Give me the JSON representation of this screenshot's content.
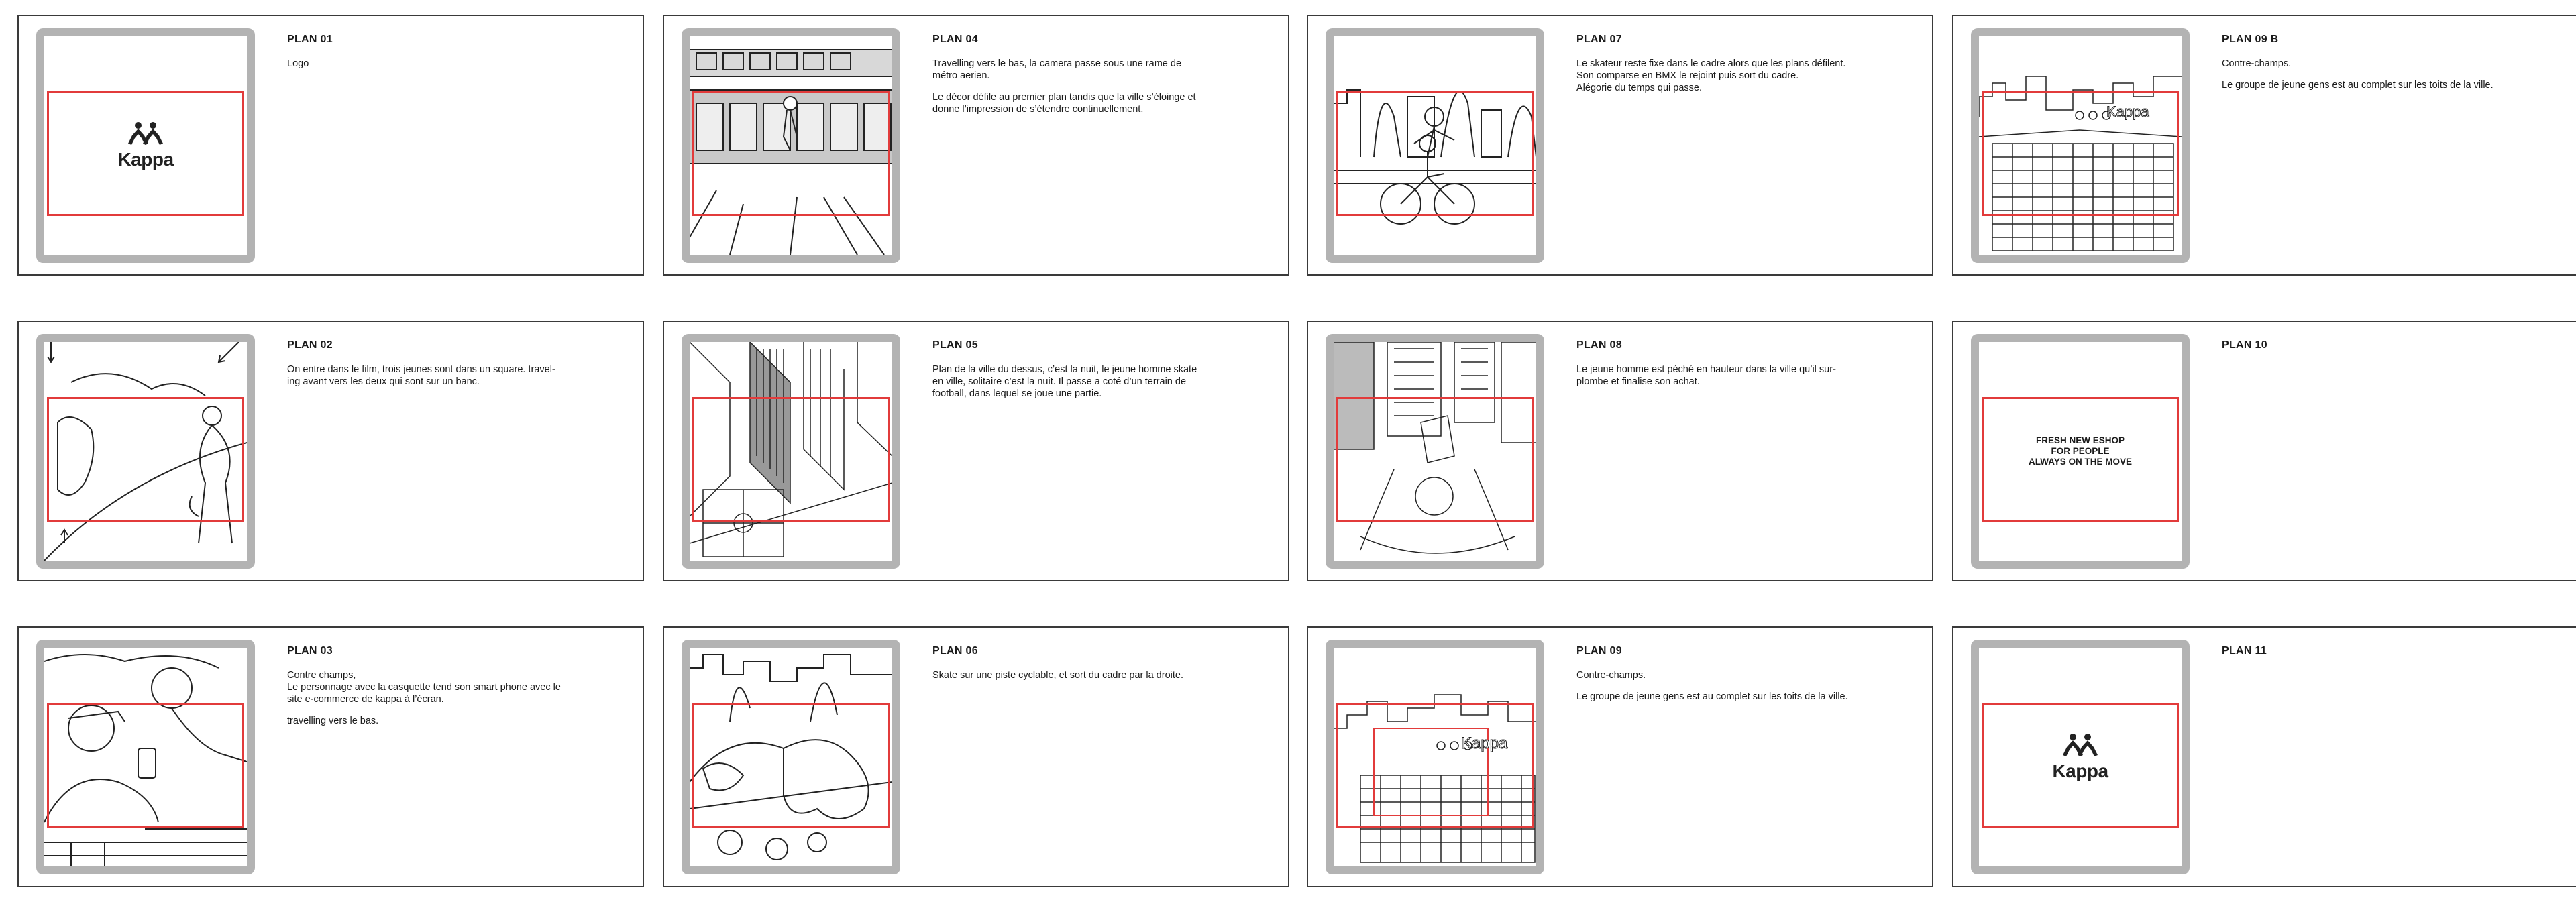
{
  "plans": [
    {
      "id": "plan-01",
      "title": "PLAN 01",
      "paragraphs": [
        "Logo"
      ],
      "visual": "logo"
    },
    {
      "id": "plan-04",
      "title": "PLAN 04",
      "paragraphs": [
        "Travelling vers le bas, la camera passe sous une rame de\nmétro aerien.",
        "Le décor défile au premier plan tandis que la ville s’éloinge et\ndonne l’impression de s’étendre continuellement."
      ],
      "visual": "sketch"
    },
    {
      "id": "plan-07",
      "title": "PLAN 07",
      "paragraphs": [
        "Le skateur reste fixe dans le cadre alors que les plans défilent.\nSon comparse en BMX le rejoint puis sort du cadre.\nAlégorie du temps qui passe."
      ],
      "visual": "sketch"
    },
    {
      "id": "plan-09b",
      "title": "PLAN 09 B",
      "paragraphs": [
        "Contre-champs.",
        "Le groupe de jeune gens est au complet sur les toits de la ville."
      ],
      "visual": "sketch"
    },
    {
      "id": "plan-02",
      "title": "PLAN 02",
      "paragraphs": [
        "On entre dans le film, trois jeunes sont dans un square. travel-\ning avant vers les deux qui sont sur un banc."
      ],
      "visual": "sketch"
    },
    {
      "id": "plan-05",
      "title": "PLAN 05",
      "paragraphs": [
        "Plan de la ville du dessus, c’est la nuit, le jeune homme skate\nen ville, solitaire c’est la nuit. Il passe a coté d’un terrain de\nfootball, dans lequel se joue une partie."
      ],
      "visual": "sketch"
    },
    {
      "id": "plan-08",
      "title": "PLAN 08",
      "paragraphs": [
        "Le jeune homme est péché en hauteur dans la ville qu’il sur-\nplombe et finalise son achat."
      ],
      "visual": "sketch"
    },
    {
      "id": "plan-10",
      "title": "PLAN 10",
      "paragraphs": [],
      "visual": "tagline"
    },
    {
      "id": "plan-03",
      "title": "PLAN 03",
      "paragraphs": [
        "Contre champs,\nLe personnage avec la casquette tend son smart phone avec le\nsite e-commerce de kappa à l’écran.",
        "travelling vers le bas."
      ],
      "visual": "sketch"
    },
    {
      "id": "plan-06",
      "title": "PLAN 06",
      "paragraphs": [
        "Skate sur une piste cyclable, et sort du cadre par la droite."
      ],
      "visual": "sketch"
    },
    {
      "id": "plan-09",
      "title": "PLAN 09",
      "paragraphs": [
        "Contre-champs.",
        "Le groupe de jeune gens est au complet sur les toits de la ville."
      ],
      "visual": "sketch"
    },
    {
      "id": "plan-11",
      "title": "PLAN 11",
      "paragraphs": [],
      "visual": "logo"
    }
  ],
  "logo_text": "Kappa",
  "sign_text": "Kappa",
  "tagline": [
    "FRESH NEW ESHOP",
    "FOR PEOPLE",
    "ALWAYS ON THE MOVE"
  ],
  "colors": {
    "frame": "#b3b3b3",
    "safe_area": "#e23b3b",
    "border": "#3a3a3a"
  }
}
